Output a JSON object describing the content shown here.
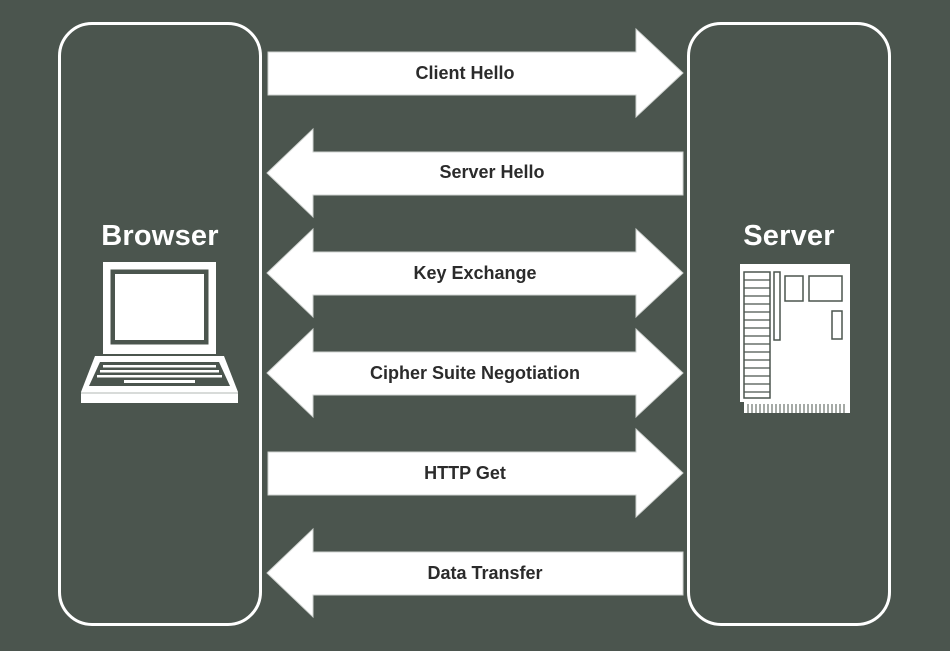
{
  "browser": {
    "title": "Browser",
    "icon": "laptop-icon"
  },
  "server": {
    "title": "Server",
    "icon": "server-icon"
  },
  "messages": [
    {
      "label": "Client Hello",
      "direction": "right"
    },
    {
      "label": "Server Hello",
      "direction": "left"
    },
    {
      "label": "Key Exchange",
      "direction": "both"
    },
    {
      "label": "Cipher Suite Negotiation",
      "direction": "both"
    },
    {
      "label": "HTTP Get",
      "direction": "right"
    },
    {
      "label": "Data Transfer",
      "direction": "left"
    }
  ],
  "colors": {
    "background": "#4b554e",
    "foreground": "#ffffff",
    "label_text": "#2b2b2b"
  }
}
